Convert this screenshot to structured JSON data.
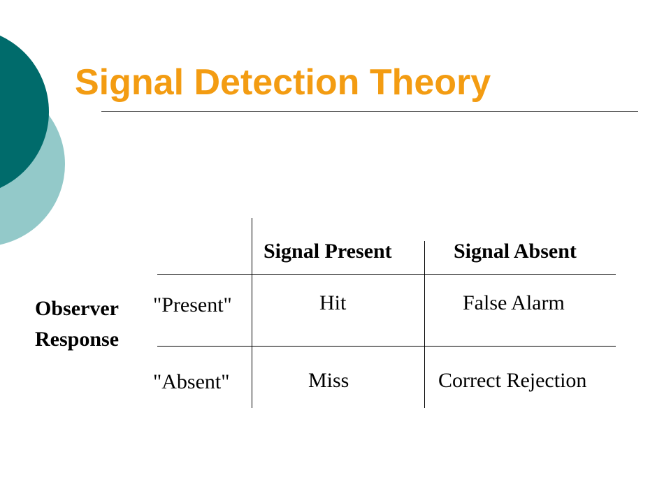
{
  "title": "Signal Detection Theory",
  "colors": {
    "title": "#f39c12",
    "circle_dark": "#006b6b",
    "circle_light": "#93c9c9"
  },
  "table": {
    "columns": [
      "Signal Present",
      "Signal Absent"
    ],
    "row_group_label": [
      "Observer",
      "Response"
    ],
    "rows": [
      {
        "label": "\"Present\"",
        "cells": [
          "Hit",
          "False Alarm"
        ]
      },
      {
        "label": "\"Absent\"",
        "cells": [
          "Miss",
          "Correct Rejection"
        ]
      }
    ]
  }
}
